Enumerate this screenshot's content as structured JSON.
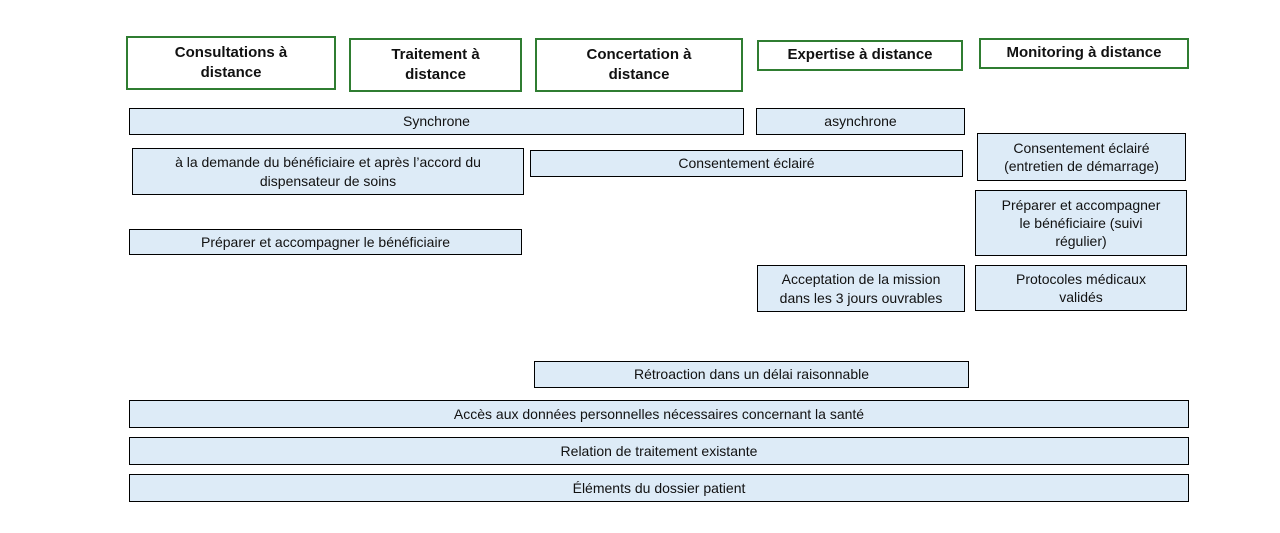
{
  "colors": {
    "header_border": "#2F7D31",
    "box_fill": "#DDEBF7",
    "box_border": "#000000"
  },
  "headers": {
    "consultations": "Consultations à\ndistance",
    "traitement": "Traitement à\ndistance",
    "concertation": "Concertation à\ndistance",
    "expertise": "Expertise à distance",
    "monitoring": "Monitoring à distance"
  },
  "boxes": {
    "synchrone": "Synchrone",
    "asynchrone": "asynchrone",
    "demande_beneficiaire": "à la demande du bénéficiaire et après l’accord du\ndispensateur de soins",
    "consentement_eclaire": "Consentement éclairé",
    "consentement_eclaire_demarrage": "Consentement éclairé\n(entretien de démarrage)",
    "preparer_accompagner": "Préparer et accompagner le bénéficiaire",
    "preparer_accompagner_suivi": "Préparer et accompagner\nle bénéficiaire (suivi\nrégulier)",
    "acceptation_mission": "Acceptation de la mission\ndans les 3 jours ouvrables",
    "protocoles_medicaux": "Protocoles médicaux\nvalidés",
    "retroaction": "Rétroaction dans un délai raisonnable",
    "acces_donnees": "Accès aux données personnelles nécessaires concernant la santé",
    "relation_traitement": "Relation de traitement existante",
    "elements_dossier": "Éléments du dossier patient"
  }
}
